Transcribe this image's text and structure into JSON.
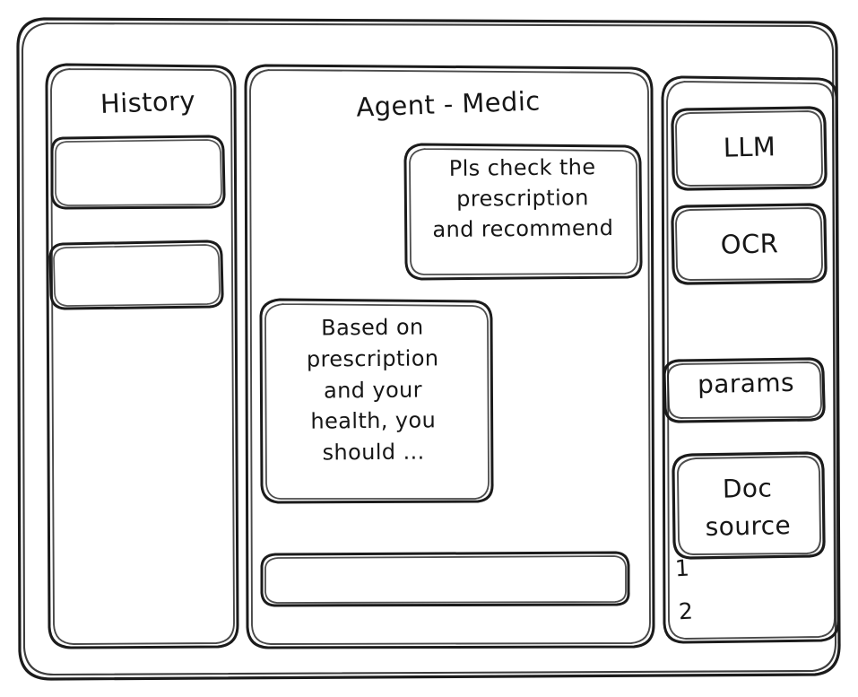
{
  "window": {
    "name": "agent-chat-wireframe"
  },
  "sidebar_left": {
    "title": "History",
    "items": [
      {
        "label": ""
      },
      {
        "label": ""
      }
    ]
  },
  "main": {
    "title": "Agent - Medic",
    "messages": [
      {
        "role": "user",
        "text": "Pls check the\nprescription\nand recommend"
      },
      {
        "role": "agent",
        "text": "Based on\nprescription\nand your\nhealth, you\nshould ..."
      }
    ],
    "composer": {
      "value": "",
      "placeholder": ""
    }
  },
  "sidebar_right": {
    "tools": [
      {
        "label": "LLM"
      },
      {
        "label": "OCR"
      },
      {
        "label": "params"
      }
    ],
    "doc_source": {
      "label": "Doc\nsource",
      "sources": [
        "1",
        "2"
      ]
    }
  },
  "style": {
    "stroke": "#1b1b1b",
    "background": "#ffffff"
  }
}
